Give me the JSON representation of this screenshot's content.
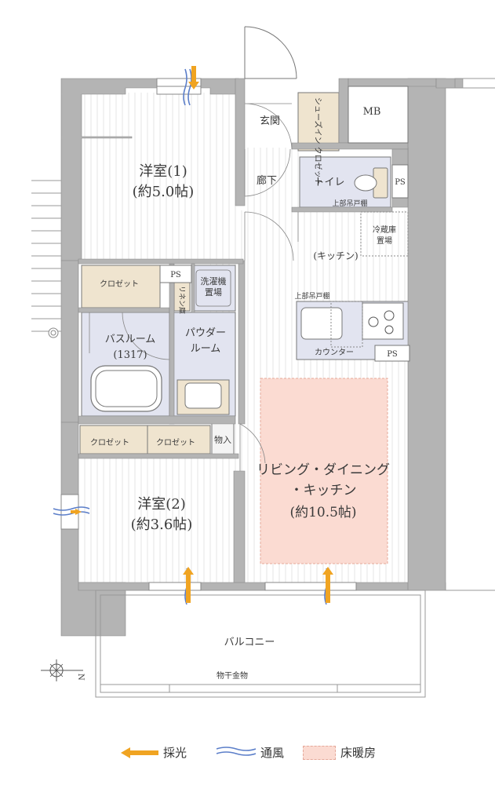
{
  "rooms": {
    "western1": {
      "name": "洋室(1)",
      "size": "(約5.0帖)"
    },
    "western2": {
      "name": "洋室(2)",
      "size": "(約3.6帖)"
    },
    "ldk": {
      "line1": "リビング・ダイニング",
      "line2": "・キッチン",
      "size": "(約10.5帖)"
    },
    "bath": {
      "name": "バスルーム",
      "size": "(1317)"
    },
    "powder": {
      "line1": "パウダー",
      "line2": "ルーム"
    },
    "kitchen": "(キッチン)",
    "entrance": "玄関",
    "hallway": "廊下",
    "toilet": "トイレ",
    "mb": "MB",
    "balcony": "バルコニー",
    "drying": "物干金物"
  },
  "fixtures": {
    "shoes_closet": "シューズイン\nクロゼット",
    "closet": "クロゼット",
    "ps": "PS",
    "washer": {
      "line1": "洗濯機",
      "line2": "置場"
    },
    "linen": "リネン庫",
    "storage": "物入",
    "upper_cabinet": "上部吊戸棚",
    "fridge": {
      "line1": "冷蔵庫",
      "line2": "置場"
    },
    "counter": "カウンター"
  },
  "compass": "N",
  "legend": {
    "light": "採光",
    "wind": "通風",
    "floor_heating": "床暖房"
  },
  "colors": {
    "wall": "#b4b4b4",
    "closet": "#efe4cf",
    "wet_area": "#e2e4f0",
    "floor_heating": "#fbdbd2",
    "light_arrow": "#f0a422",
    "wind": "#5b7ec9"
  }
}
